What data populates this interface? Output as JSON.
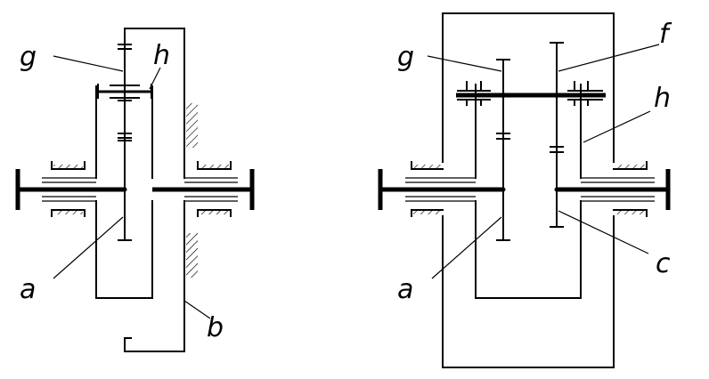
{
  "labels": {
    "left": {
      "g": "g",
      "h": "h",
      "a": "a",
      "b": "b"
    },
    "right": {
      "g": "g",
      "f": "f",
      "h": "h",
      "a": "a",
      "c": "c"
    }
  },
  "hatch_color": "#000000",
  "line_color": "#000000"
}
